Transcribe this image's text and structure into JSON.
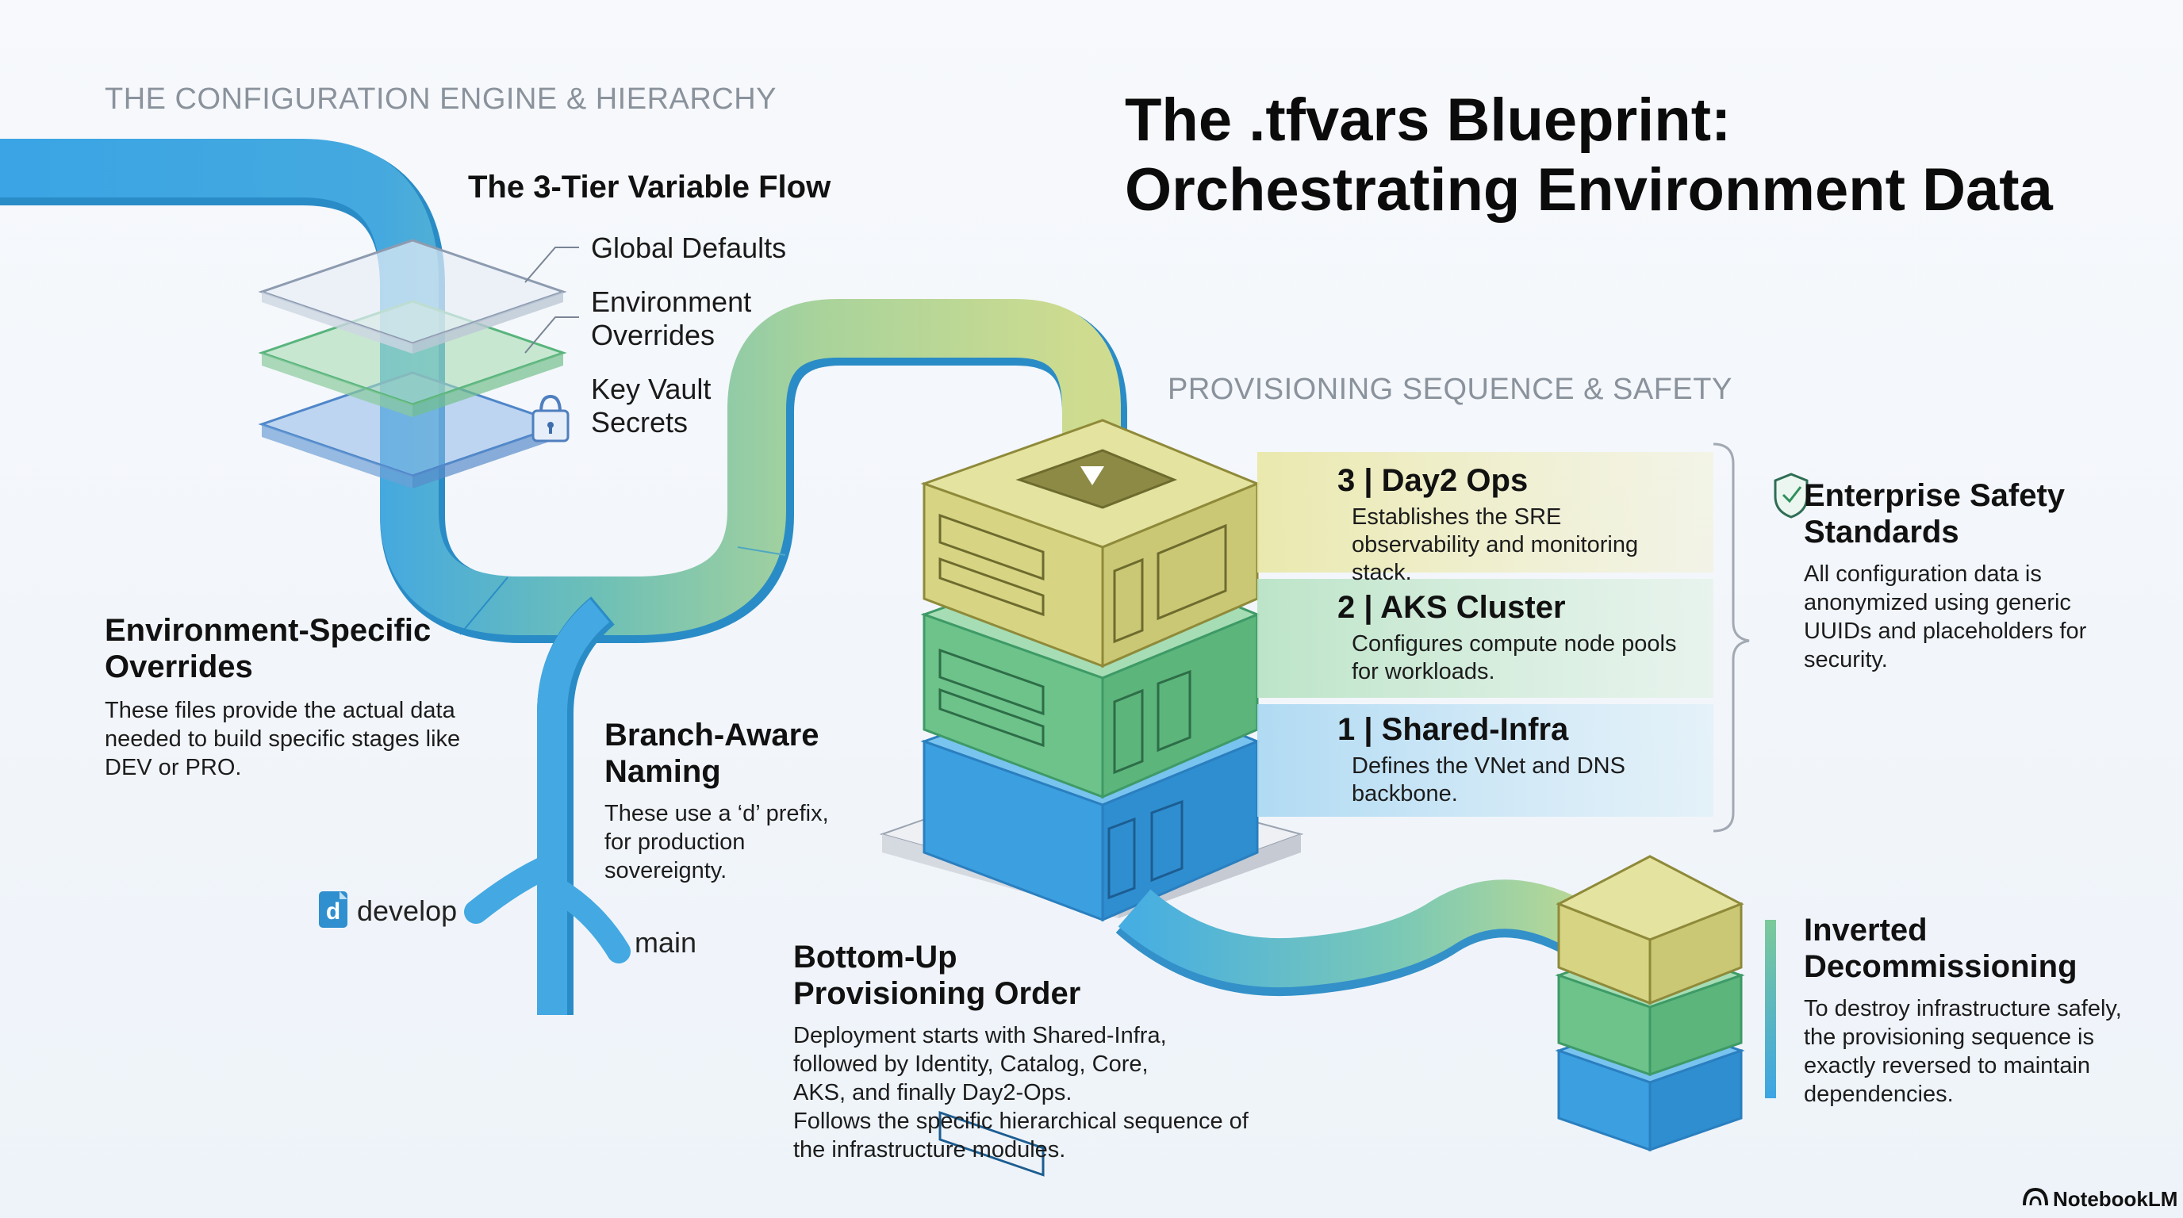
{
  "headers": {
    "config_engine": "THE CONFIGURATION ENGINE & HIERARCHY",
    "provisioning": "PROVISIONING SEQUENCE & SAFETY"
  },
  "title": {
    "line1": "The .tfvars Blueprint:",
    "line2": "Orchestrating Environment Data"
  },
  "tier_flow": {
    "title": "The 3-Tier Variable Flow",
    "layers": [
      {
        "label": "Global Defaults"
      },
      {
        "label": "Environment Overrides"
      },
      {
        "label": "Key Vault Secrets"
      }
    ]
  },
  "env_overrides": {
    "heading": "Environment-Specific Overrides",
    "body": "These files provide the actual data needed to build specific stages like DEV or PRO."
  },
  "branch_naming": {
    "heading": "Branch-Aware Naming",
    "body": "These use a ‘d’ prefix, for production sovereignty."
  },
  "branches": {
    "develop_badge": "d",
    "develop": "develop",
    "main": "main"
  },
  "stages": [
    {
      "title": "3 | Day2 Ops",
      "desc": "Establishes the SRE observability and monitoring stack."
    },
    {
      "title": "2 | AKS Cluster",
      "desc": "Configures compute node pools for workloads."
    },
    {
      "title": "1 | Shared-Infra",
      "desc": "Defines the VNet and DNS backbone."
    }
  ],
  "safety": {
    "heading": "Enterprise Safety Standards",
    "body": "All configuration data is anonymized using generic UUIDs and placeholders for security."
  },
  "bottom_up": {
    "heading": "Bottom-Up Provisioning Order",
    "body1": "Deployment starts with Shared-Infra, followed by Identity, Catalog, Core, AKS, and finally Day2-Ops.",
    "body2": "Follows the specific hierarchical sequence of the infrastructure modules."
  },
  "decommission": {
    "heading": "Inverted Decommissioning",
    "body": "To destroy infrastructure safely, the provisioning sequence is exactly reversed to maintain dependencies."
  },
  "footer": {
    "brand": "NotebookLM"
  },
  "colors": {
    "blue": "#3da5e3",
    "green": "#7cc99a",
    "yellow": "#d8dc8c",
    "gray_text": "#8a929c"
  }
}
